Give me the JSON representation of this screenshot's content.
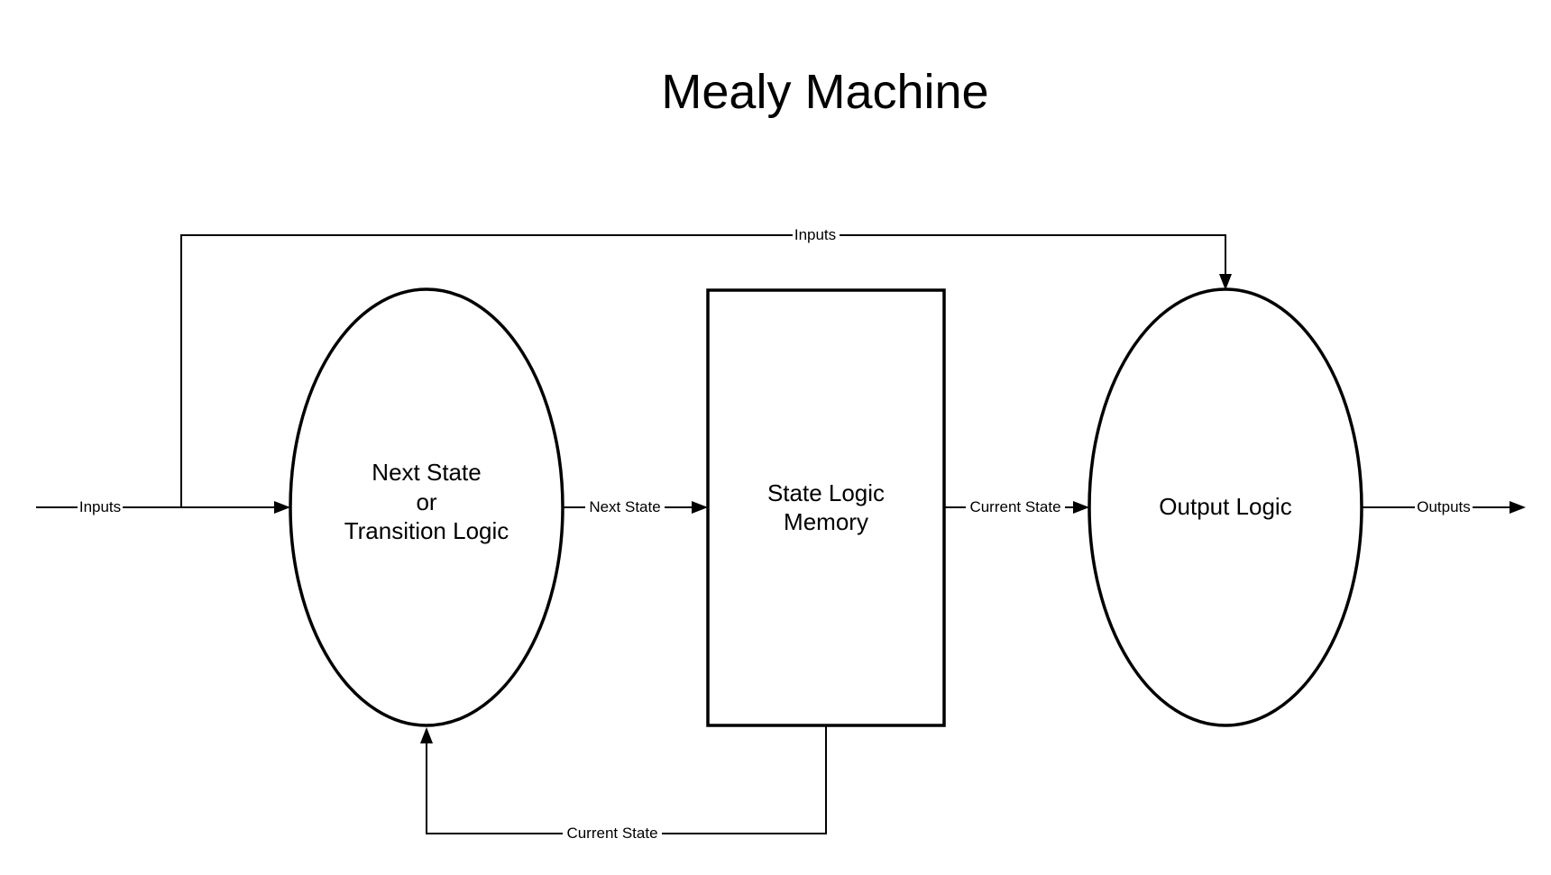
{
  "title": "Mealy Machine",
  "nodes": {
    "next_state_logic": {
      "line1": "Next State",
      "line2": "or",
      "line3": "Transition Logic"
    },
    "state_memory": {
      "line1": "State Logic",
      "line2": "Memory"
    },
    "output_logic": {
      "line1": "Output Logic"
    }
  },
  "edges": {
    "inputs_in": "Inputs",
    "inputs_bypass": "Inputs",
    "next_state": "Next State",
    "current_state_forward": "Current State",
    "current_state_feedback": "Current State",
    "outputs": "Outputs"
  }
}
